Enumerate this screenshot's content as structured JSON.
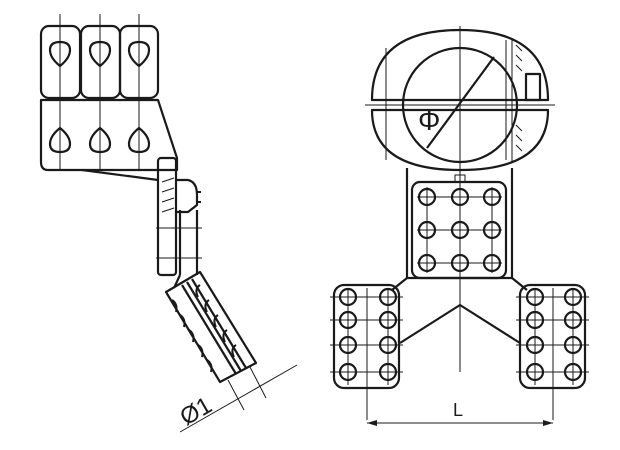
{
  "drawing": {
    "side_view": {
      "diameter_label": "Ø1"
    },
    "front_view": {
      "diameter_label": "Φ",
      "length_label": "L"
    }
  },
  "colors": {
    "line": "#1a1a1a",
    "label": "#1a1a1a",
    "background": "#ffffff"
  }
}
